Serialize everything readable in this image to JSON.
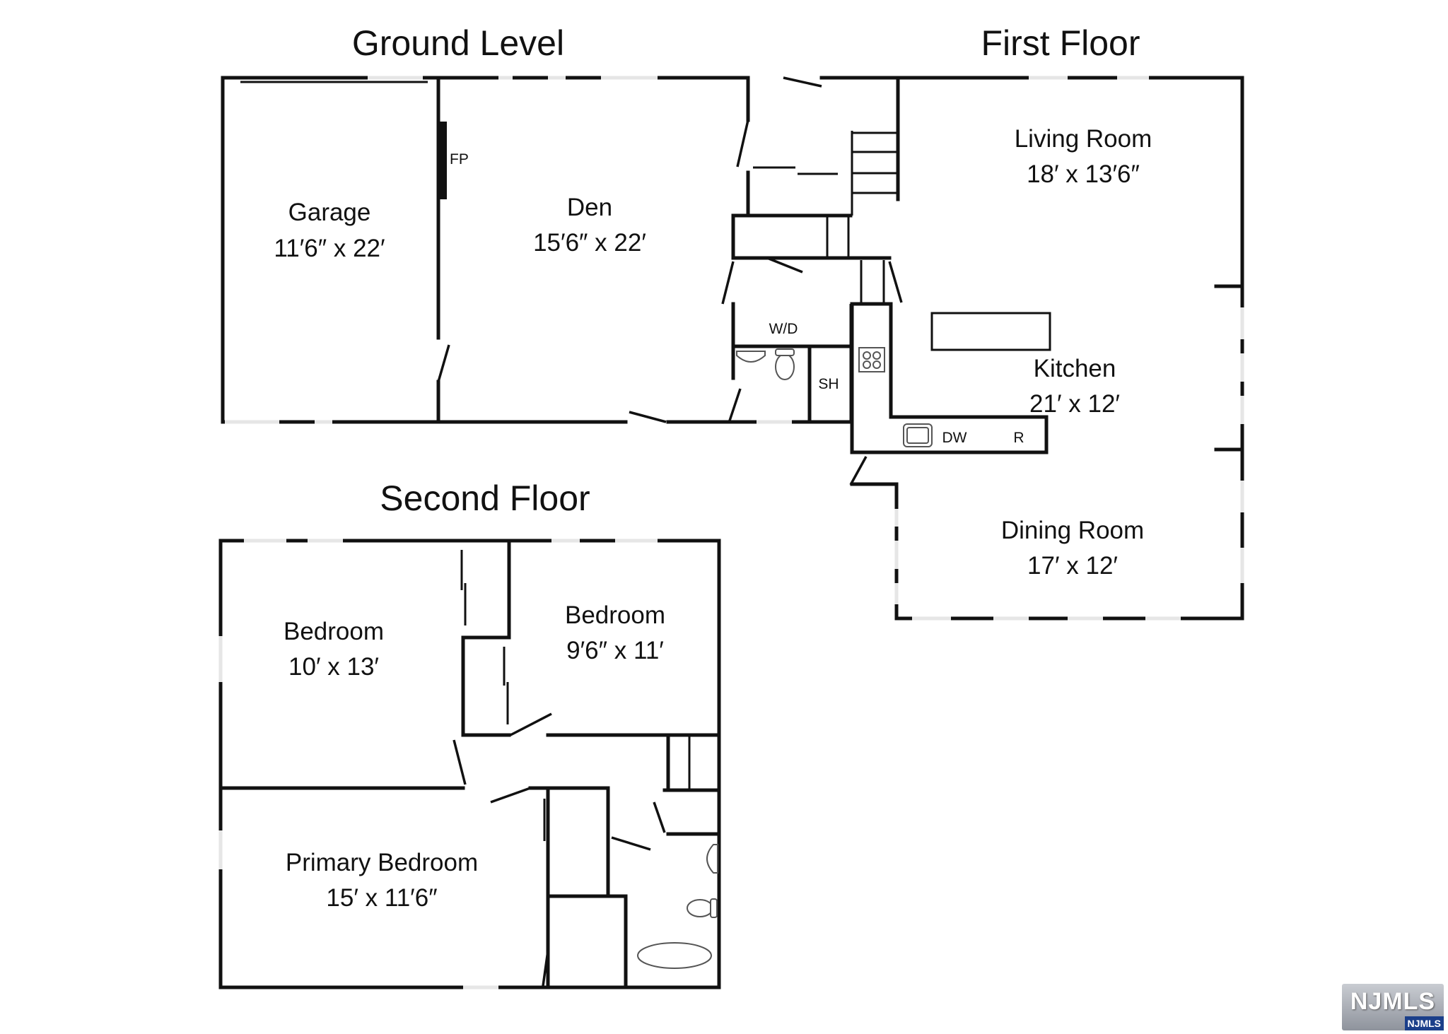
{
  "levels": {
    "ground": {
      "title": "Ground Level"
    },
    "first": {
      "title": "First Floor"
    },
    "second": {
      "title": "Second Floor"
    }
  },
  "rooms": {
    "garage": {
      "name": "Garage",
      "size": "11′6″ x 22′"
    },
    "den": {
      "name": "Den",
      "size": "15′6″ x 22′"
    },
    "living": {
      "name": "Living Room",
      "size": "18′ x 13′6″"
    },
    "kitchen": {
      "name": "Kitchen",
      "size": "21′ x 12′"
    },
    "dining": {
      "name": "Dining Room",
      "size": "17′ x 12′"
    },
    "bedroom_left": {
      "name": "Bedroom",
      "size": "10′ x 13′"
    },
    "bedroom_right": {
      "name": "Bedroom",
      "size": "9′6″ x 11′"
    },
    "primary": {
      "name": "Primary Bedroom",
      "size": "15′ x 11′6″"
    }
  },
  "fixtures": {
    "fireplace": "FP",
    "washer_dryer": "W/D",
    "shower": "SH",
    "dishwasher": "DW",
    "refrigerator": "R"
  },
  "logo": {
    "main": "NJMLS",
    "tag": "NJMLS"
  }
}
